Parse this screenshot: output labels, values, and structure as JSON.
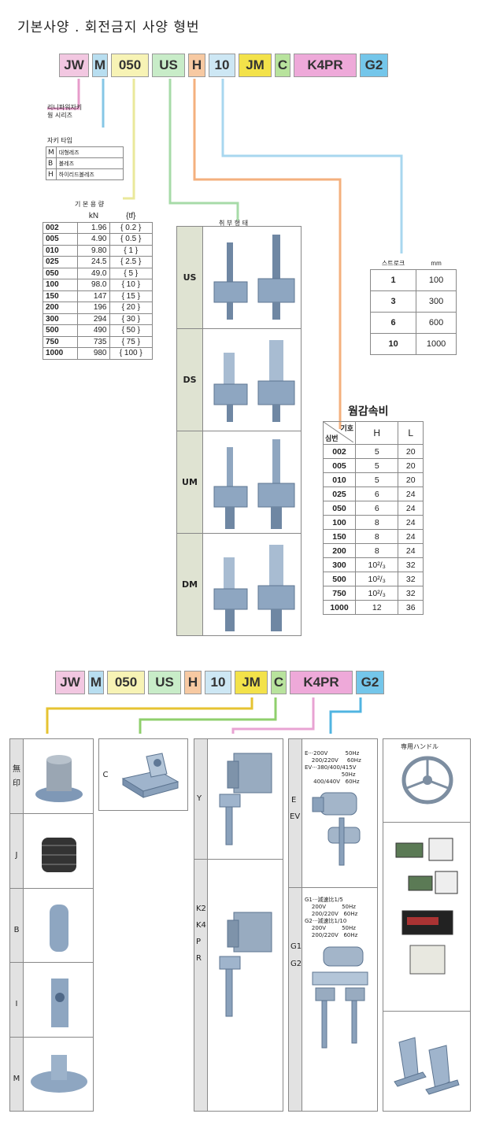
{
  "title": "기본사양 . 회전금지 사양 형번",
  "code_segments": [
    {
      "text": "JW",
      "color": "#f2c7e1"
    },
    {
      "text": "M",
      "color": "#b8def0"
    },
    {
      "text": "050",
      "color": "#f7f3b5"
    },
    {
      "text": "US",
      "color": "#c8ecc8"
    },
    {
      "text": "H",
      "color": "#f7c9a2"
    },
    {
      "text": "10",
      "color": "#cde7f4"
    },
    {
      "text": "JM",
      "color": "#f3e24a"
    },
    {
      "text": "C",
      "color": "#b8e39d"
    },
    {
      "text": "K4PR",
      "color": "#eea9d9"
    },
    {
      "text": "G2",
      "color": "#74c6ea"
    }
  ],
  "series_label": [
    "리니파워자키",
    "웜 시리즈"
  ],
  "jack_type": {
    "heading": "자키 타입",
    "items": [
      {
        "code": "M",
        "label": "대형레즈"
      },
      {
        "code": "B",
        "label": "볼레즈"
      },
      {
        "code": "H",
        "label": "하이리드볼레즈"
      }
    ]
  },
  "capacity": {
    "heading": "기 본 용 량",
    "col_kn": "kN",
    "col_tf": "{tf}",
    "rows": [
      {
        "code": "002",
        "kn": "1.96",
        "tf": "0.2"
      },
      {
        "code": "005",
        "kn": "4.90",
        "tf": "0.5"
      },
      {
        "code": "010",
        "kn": "9.80",
        "tf": "1"
      },
      {
        "code": "025",
        "kn": "24.5",
        "tf": "2.5"
      },
      {
        "code": "050",
        "kn": "49.0",
        "tf": "5"
      },
      {
        "code": "100",
        "kn": "98.0",
        "tf": "10"
      },
      {
        "code": "150",
        "kn": "147",
        "tf": "15"
      },
      {
        "code": "200",
        "kn": "196",
        "tf": "20"
      },
      {
        "code": "300",
        "kn": "294",
        "tf": "30"
      },
      {
        "code": "500",
        "kn": "490",
        "tf": "50"
      },
      {
        "code": "750",
        "kn": "735",
        "tf": "75"
      },
      {
        "code": "1000",
        "kn": "980",
        "tf": "100"
      }
    ]
  },
  "mounting": {
    "heading": "취 부 형 태",
    "types": [
      "US",
      "DS",
      "UM",
      "DM"
    ]
  },
  "stroke": {
    "heading": "스트로크",
    "unit": "mm",
    "rows": [
      {
        "code": "1",
        "mm": "100"
      },
      {
        "code": "3",
        "mm": "300"
      },
      {
        "code": "6",
        "mm": "600"
      },
      {
        "code": "10",
        "mm": "1000"
      }
    ]
  },
  "worm_ratio": {
    "heading": "웜감속비",
    "corner_top": "기호",
    "corner_bottom": "심번",
    "col_h": "H",
    "col_l": "L",
    "rows": [
      {
        "code": "002",
        "h": "5",
        "l": "20"
      },
      {
        "code": "005",
        "h": "5",
        "l": "20"
      },
      {
        "code": "010",
        "h": "5",
        "l": "20"
      },
      {
        "code": "025",
        "h": "6",
        "l": "24"
      },
      {
        "code": "050",
        "h": "6",
        "l": "24"
      },
      {
        "code": "100",
        "h": "8",
        "l": "24"
      },
      {
        "code": "150",
        "h": "8",
        "l": "24"
      },
      {
        "code": "200",
        "h": "8",
        "l": "24"
      },
      {
        "code": "300",
        "h": "10²/₃",
        "l": "32"
      },
      {
        "code": "500",
        "h": "10²/₃",
        "l": "32"
      },
      {
        "code": "750",
        "h": "10²/₃",
        "l": "32"
      },
      {
        "code": "1000",
        "h": "12",
        "l": "36"
      }
    ]
  },
  "end_options": {
    "labels": [
      "無印",
      "J",
      "B",
      "I",
      "M"
    ]
  },
  "clevis_option": {
    "label": "C"
  },
  "reducer_options": {
    "label_y": "Y",
    "labels_k": [
      "K2",
      "K4",
      "P",
      "R"
    ]
  },
  "motor_options": {
    "e_label": "E",
    "ev_label": "EV",
    "e_spec": [
      "E···200V          50Hz",
      "    200/220V     60Hz",
      "EV···380/400/415V",
      "                     50Hz",
      "     400/440V   60Hz"
    ],
    "g1_label": "G1",
    "g2_label": "G2",
    "g_spec": [
      "G1···減速比1/5",
      "    200V         50Hz",
      "    200/220V   60Hz",
      "G2···減速比1/10",
      "    200V         50Hz",
      "    200/220V   60Hz"
    ]
  },
  "accessories": {
    "heading": "専用ハンドル"
  }
}
